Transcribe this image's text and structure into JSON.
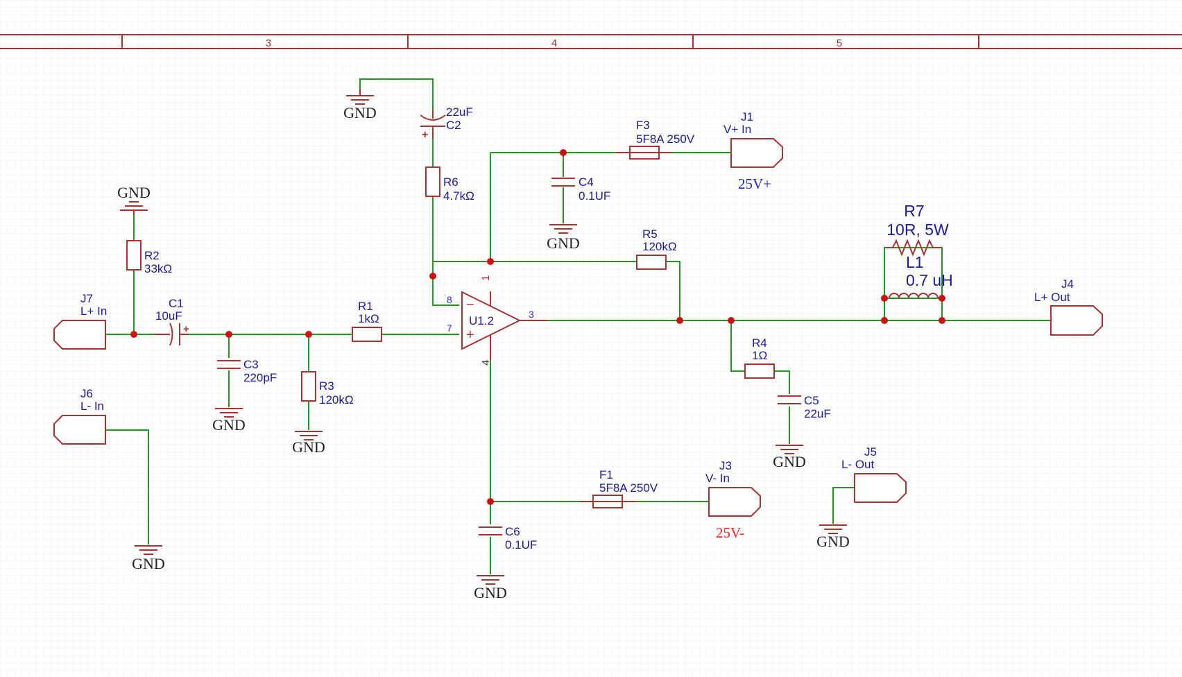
{
  "frame": {
    "columns": [
      "3",
      "4",
      "5"
    ]
  },
  "ground_label": "GND",
  "colors": {
    "wire": "#1f9a1f",
    "part": "#a83232",
    "label": "#1a1a9a",
    "junction": "#cc1111",
    "rail_pos": "#2222cc",
    "rail_neg": "#ff2222"
  },
  "components": {
    "C2": {
      "ref": "C2",
      "value": "22uF"
    },
    "R6": {
      "ref": "R6",
      "value": "4.7kΩ"
    },
    "F3": {
      "ref": "F3",
      "value": "5F8A 250V"
    },
    "J1": {
      "ref": "J1",
      "value": "V+ In",
      "rail": "25V+"
    },
    "C4": {
      "ref": "C4",
      "value": "0.1UF"
    },
    "R5": {
      "ref": "R5",
      "value": "120kΩ"
    },
    "R7": {
      "ref": "R7",
      "value": "10R, 5W"
    },
    "L1": {
      "ref": "L1",
      "value": "0.7 uH"
    },
    "J4": {
      "ref": "J4",
      "value": "L+ Out"
    },
    "R2": {
      "ref": "R2",
      "value": "33kΩ"
    },
    "J7": {
      "ref": "J7",
      "value": "L+ In"
    },
    "C1": {
      "ref": "C1",
      "value": "10uF"
    },
    "R1": {
      "ref": "R1",
      "value": "1kΩ"
    },
    "C3": {
      "ref": "C3",
      "value": "220pF"
    },
    "R3": {
      "ref": "R3",
      "value": "120kΩ"
    },
    "U1": {
      "ref": "U1.2",
      "pins": {
        "inv": "8",
        "noninv": "7",
        "out": "3",
        "vpos": "1",
        "vneg": "4"
      }
    },
    "R4": {
      "ref": "R4",
      "value": "1Ω"
    },
    "C5": {
      "ref": "C5",
      "value": "22uF"
    },
    "J6": {
      "ref": "J6",
      "value": "L- In"
    },
    "F1": {
      "ref": "F1",
      "value": "5F8A 250V"
    },
    "J3": {
      "ref": "J3",
      "value": "V- In",
      "rail": "25V-"
    },
    "J5": {
      "ref": "J5",
      "value": "L- Out"
    },
    "C6": {
      "ref": "C6",
      "value": "0.1UF"
    }
  }
}
